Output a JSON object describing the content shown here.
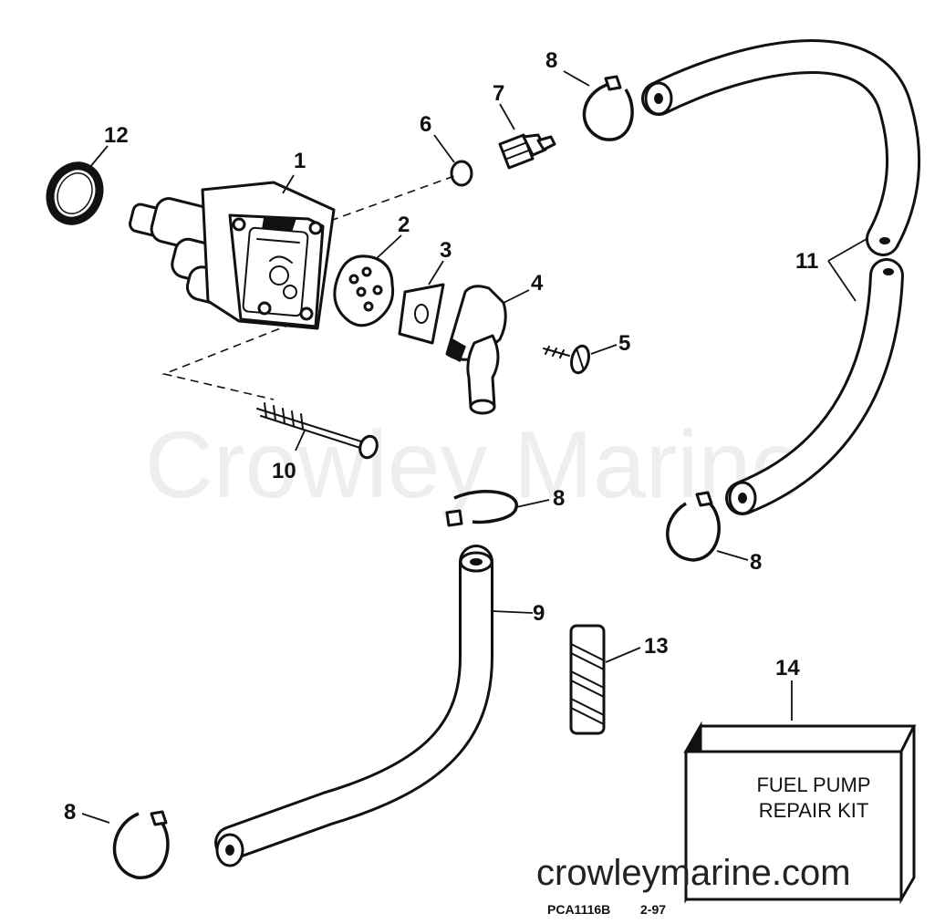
{
  "diagram": {
    "callouts": [
      {
        "id": "1",
        "label": "1"
      },
      {
        "id": "2",
        "label": "2"
      },
      {
        "id": "3",
        "label": "3"
      },
      {
        "id": "4",
        "label": "4"
      },
      {
        "id": "5",
        "label": "5"
      },
      {
        "id": "6",
        "label": "6"
      },
      {
        "id": "7",
        "label": "7"
      },
      {
        "id": "8a",
        "label": "8"
      },
      {
        "id": "8b",
        "label": "8"
      },
      {
        "id": "8c",
        "label": "8"
      },
      {
        "id": "8d",
        "label": "8"
      },
      {
        "id": "9",
        "label": "9"
      },
      {
        "id": "10",
        "label": "10"
      },
      {
        "id": "11",
        "label": "11"
      },
      {
        "id": "12",
        "label": "12"
      },
      {
        "id": "13",
        "label": "13"
      },
      {
        "id": "14",
        "label": "14"
      }
    ],
    "kit_box": {
      "line1": "FUEL PUMP",
      "line2": "REPAIR KIT"
    },
    "watermark": "Crowley Marine",
    "website": "crowleymarine.com",
    "part_code": "PCA1116B",
    "date_code": "2-97"
  }
}
